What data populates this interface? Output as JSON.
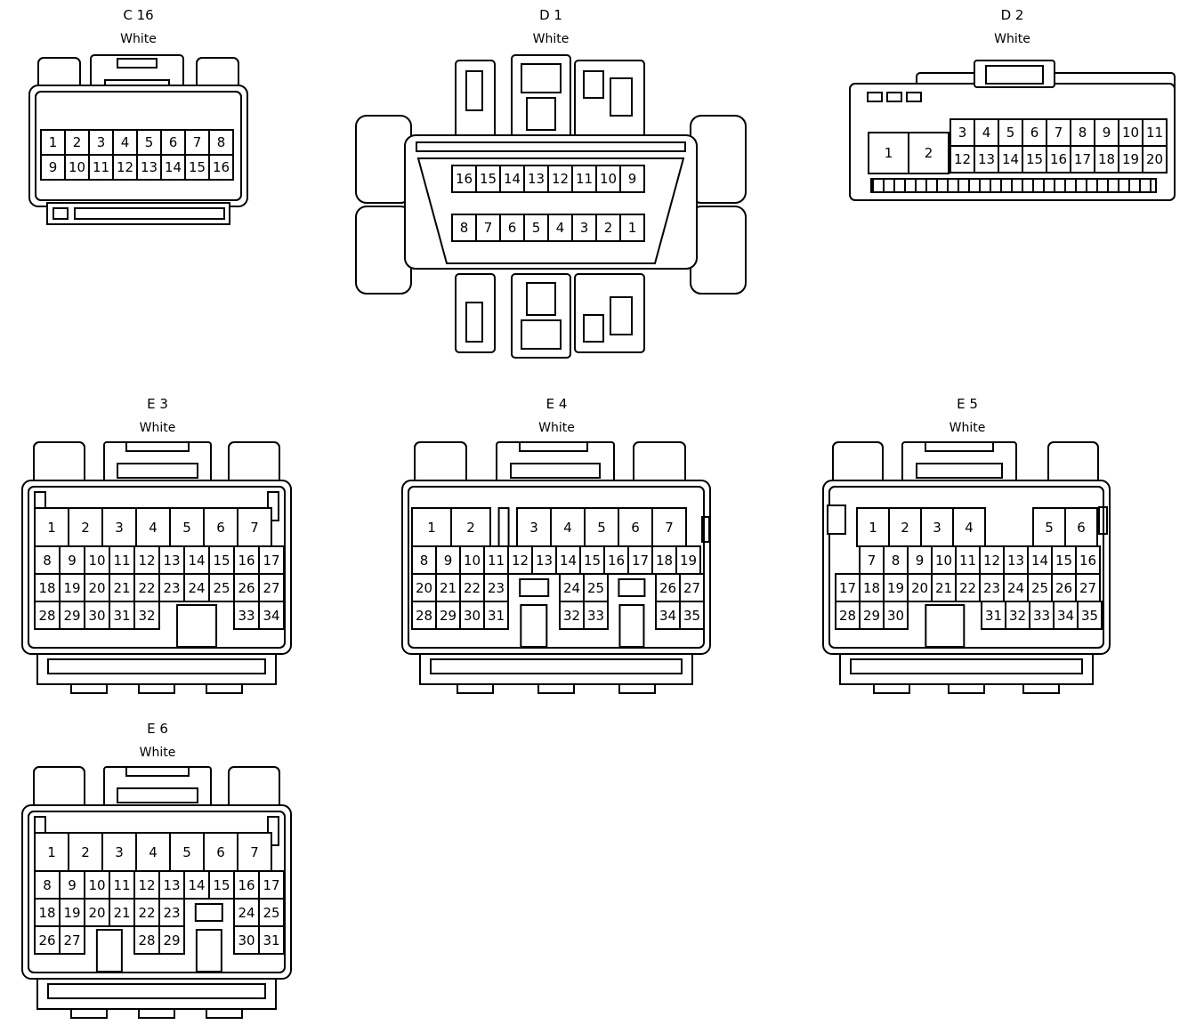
{
  "page": {
    "background": "#ffffff",
    "line_color": "#000000"
  },
  "connectors": [
    {
      "id": "C16",
      "title": "C 16",
      "color_label": "White",
      "groups": [
        {
          "rows": [
            {
              "h": 30,
              "w": 29,
              "cells": [
                "1",
                "2",
                "3",
                "4",
                "5",
                "6",
                "7",
                "8"
              ]
            },
            {
              "h": 30,
              "w": 29,
              "cells": [
                "9",
                "10",
                "11",
                "12",
                "13",
                "14",
                "15",
                "16"
              ]
            }
          ]
        }
      ]
    },
    {
      "id": "D1",
      "title": "D 1",
      "color_label": "White",
      "groups": [
        {
          "rows": [
            {
              "h": 32,
              "w": 29,
              "cells": [
                "16",
                "15",
                "14",
                "13",
                "12",
                "11",
                "10",
                "9"
              ]
            },
            {
              "h": 32,
              "w": 29,
              "mt": 23,
              "cells": [
                "8",
                "7",
                "6",
                "5",
                "4",
                "3",
                "2",
                "1"
              ]
            }
          ]
        }
      ]
    },
    {
      "id": "D2",
      "title": "D 2",
      "color_label": "White",
      "groups": [
        {
          "rows": [
            {
              "h": 48,
              "w": 47,
              "cells": [
                "1",
                "2"
              ]
            }
          ]
        },
        {
          "rows": [
            {
              "h": 32,
              "w": 29,
              "cells": [
                "3",
                "4",
                "5",
                "6",
                "7",
                "8",
                "9",
                "10",
                "11"
              ]
            },
            {
              "h": 32,
              "w": 29,
              "cells": [
                "12",
                "13",
                "14",
                "15",
                "16",
                "17",
                "18",
                "19",
                "20"
              ]
            }
          ]
        }
      ]
    },
    {
      "id": "E3",
      "title": "E 3",
      "color_label": "White",
      "groups": [
        {
          "rows": [
            {
              "h": 45,
              "w": 40,
              "cells": [
                "1",
                "2",
                "3",
                "4",
                "5",
                "6",
                "7"
              ]
            },
            {
              "h": 33,
              "w": 30,
              "cells": [
                "8",
                "9",
                "10",
                "11",
                "12",
                "13",
                "14",
                "15",
                "16",
                "17"
              ]
            },
            {
              "h": 33,
              "w": 30,
              "cells": [
                "18",
                "19",
                "20",
                "21",
                "22",
                "23",
                "24",
                "25",
                "26",
                "27"
              ]
            },
            {
              "h": 33,
              "w": 30,
              "cells": [
                "28",
                "29",
                "30",
                "31",
                "32",
                {
                  "gap": 82,
                  "notch": 2
                },
                "33",
                "34"
              ]
            }
          ]
        }
      ]
    },
    {
      "id": "E4",
      "title": "E 4",
      "color_label": "White",
      "groups": [
        {
          "rows": [
            {
              "h": 45,
              "w": 40,
              "cells": [
                {
                  "t": "1",
                  "w": 46
                },
                {
                  "t": "2",
                  "w": 46
                },
                {
                  "gap": 28,
                  "notch": 4
                },
                "3",
                "4",
                "5",
                "6",
                "7"
              ]
            },
            {
              "h": 33,
              "w": 29,
              "cells": [
                "8",
                "9",
                "10",
                "11",
                "12",
                "13",
                "14",
                "15",
                "16",
                "17",
                "18",
                "19"
              ]
            },
            {
              "h": 33,
              "w": 29,
              "cells": [
                "20",
                "21",
                "22",
                "23",
                {
                  "gap": 56,
                  "notch": 1
                },
                "24",
                "25",
                {
                  "gap": 52,
                  "notch": 1
                },
                "26",
                "27"
              ]
            },
            {
              "h": 33,
              "w": 29,
              "cells": [
                "28",
                "29",
                "30",
                "31",
                {
                  "gap": 56,
                  "notch": 2
                },
                "32",
                "33",
                {
                  "gap": 52,
                  "notch": 2
                },
                "34",
                "35"
              ]
            }
          ]
        }
      ]
    },
    {
      "id": "E5",
      "title": "E 5",
      "color_label": "White",
      "groups": [
        {
          "rows": [
            {
              "h": 45,
              "w": 38,
              "cells": [
                {
                  "gap": 24
                },
                "1",
                "2",
                "3",
                "4",
                {
                  "gap": 52
                },
                "5",
                "6"
              ]
            },
            {
              "h": 33,
              "w": 29,
              "cells": [
                {
                  "gap": 27
                },
                "7",
                "8",
                "9",
                "10",
                "11",
                "12",
                "13",
                "14",
                "15",
                "16"
              ]
            },
            {
              "h": 33,
              "w": 29,
              "cells": [
                "17",
                "18",
                "19",
                "20",
                "21",
                "22",
                "23",
                "24",
                "25",
                "26",
                "27"
              ]
            },
            {
              "h": 33,
              "w": 29,
              "cells": [
                "28",
                "29",
                "30",
                {
                  "gap": 81,
                  "notch": 2
                },
                "31",
                "32",
                "33",
                "34",
                "35"
              ]
            }
          ]
        }
      ]
    },
    {
      "id": "E6",
      "title": "E 6",
      "color_label": "White",
      "groups": [
        {
          "rows": [
            {
              "h": 45,
              "w": 40,
              "cells": [
                "1",
                "2",
                "3",
                "4",
                "5",
                "6",
                "7"
              ]
            },
            {
              "h": 33,
              "w": 30,
              "cells": [
                "8",
                "9",
                "10",
                "11",
                "12",
                "13",
                "14",
                "15",
                "16",
                "17"
              ]
            },
            {
              "h": 33,
              "w": 30,
              "cells": [
                "18",
                "19",
                "20",
                "21",
                "22",
                "23",
                {
                  "gap": 54,
                  "notch": 1
                },
                "24",
                "25"
              ]
            },
            {
              "h": 33,
              "w": 30,
              "cells": [
                "26",
                "27",
                {
                  "gap": 54,
                  "notch": 2
                },
                "28",
                "29",
                {
                  "gap": 54,
                  "notch": 2
                },
                "30",
                "31"
              ]
            }
          ]
        }
      ]
    }
  ]
}
